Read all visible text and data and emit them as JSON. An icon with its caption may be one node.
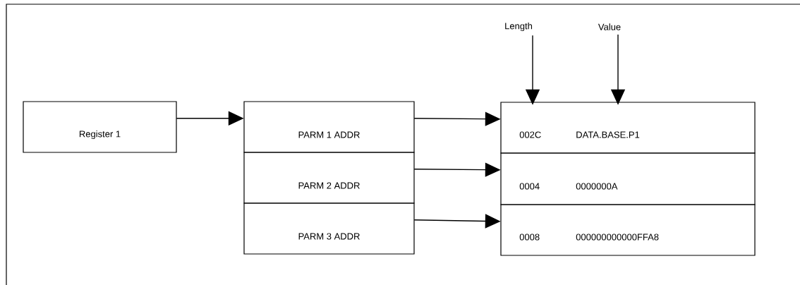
{
  "diagram": {
    "nodes": [
      {
        "text": [
          "Register 1"
        ]
      },
      {
        "text": [
          "PARM 1 ADDR"
        ]
      },
      {
        "text": [
          "PARM 2 ADDR"
        ]
      },
      {
        "text": [
          "PARM 3 ADDR"
        ]
      },
      {
        "text": [
          "002C",
          "DATA.BASE.P1"
        ]
      },
      {
        "text": [
          "0004",
          "0000000A"
        ]
      },
      {
        "text": [
          "0008",
          "000000000000FFA8"
        ]
      },
      {
        "text": [
          "Length"
        ]
      },
      {
        "text": [
          "Value"
        ]
      }
    ],
    "edges": [
      {
        "from": 0,
        "to": 1,
        "arrow": "to"
      },
      {
        "from": 1,
        "to": 4,
        "arrow": "to"
      },
      {
        "from": 2,
        "to": 5,
        "arrow": "to"
      },
      {
        "from": 3,
        "to": 6,
        "arrow": "to"
      },
      {
        "from": 7,
        "to": 4,
        "arrow": "to"
      },
      {
        "from": 8,
        "to": 4,
        "arrow": "to"
      }
    ]
  }
}
